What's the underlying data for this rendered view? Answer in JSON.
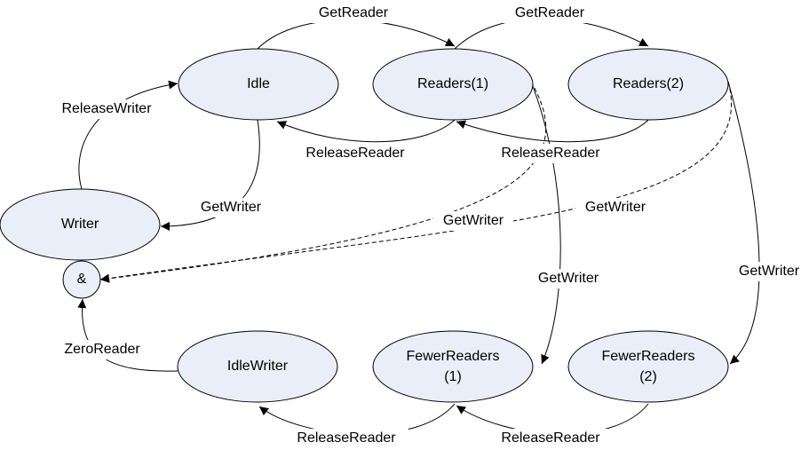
{
  "nodes": {
    "idle": {
      "label": "Idle"
    },
    "readers1": {
      "label": "Readers(1)"
    },
    "readers2": {
      "label": "Readers(2)"
    },
    "writer": {
      "label": "Writer"
    },
    "and": {
      "label": "&"
    },
    "idlewriter": {
      "label": "IdleWriter"
    },
    "fewer1": {
      "line1": "FewerReaders",
      "line2": "(1)"
    },
    "fewer2": {
      "line1": "FewerReaders",
      "line2": "(2)"
    }
  },
  "edges": {
    "getreader_1": "GetReader",
    "getreader_2": "GetReader",
    "releasereader_r1": "ReleaseReader",
    "releasereader_r2": "ReleaseReader",
    "releasewriter": "ReleaseWriter",
    "getwriter_idle": "GetWriter",
    "getwriter_r1_dashed": "GetWriter",
    "getwriter_r2_dashed": "GetWriter",
    "getwriter_r1_fewer": "GetWriter",
    "getwriter_r2_fewer": "GetWriter",
    "zeroreader": "ZeroReader",
    "releasereader_f1": "ReleaseReader",
    "releasereader_f2": "ReleaseReader"
  },
  "colors": {
    "node_fill": "#e9eef8",
    "stroke": "#000000"
  }
}
